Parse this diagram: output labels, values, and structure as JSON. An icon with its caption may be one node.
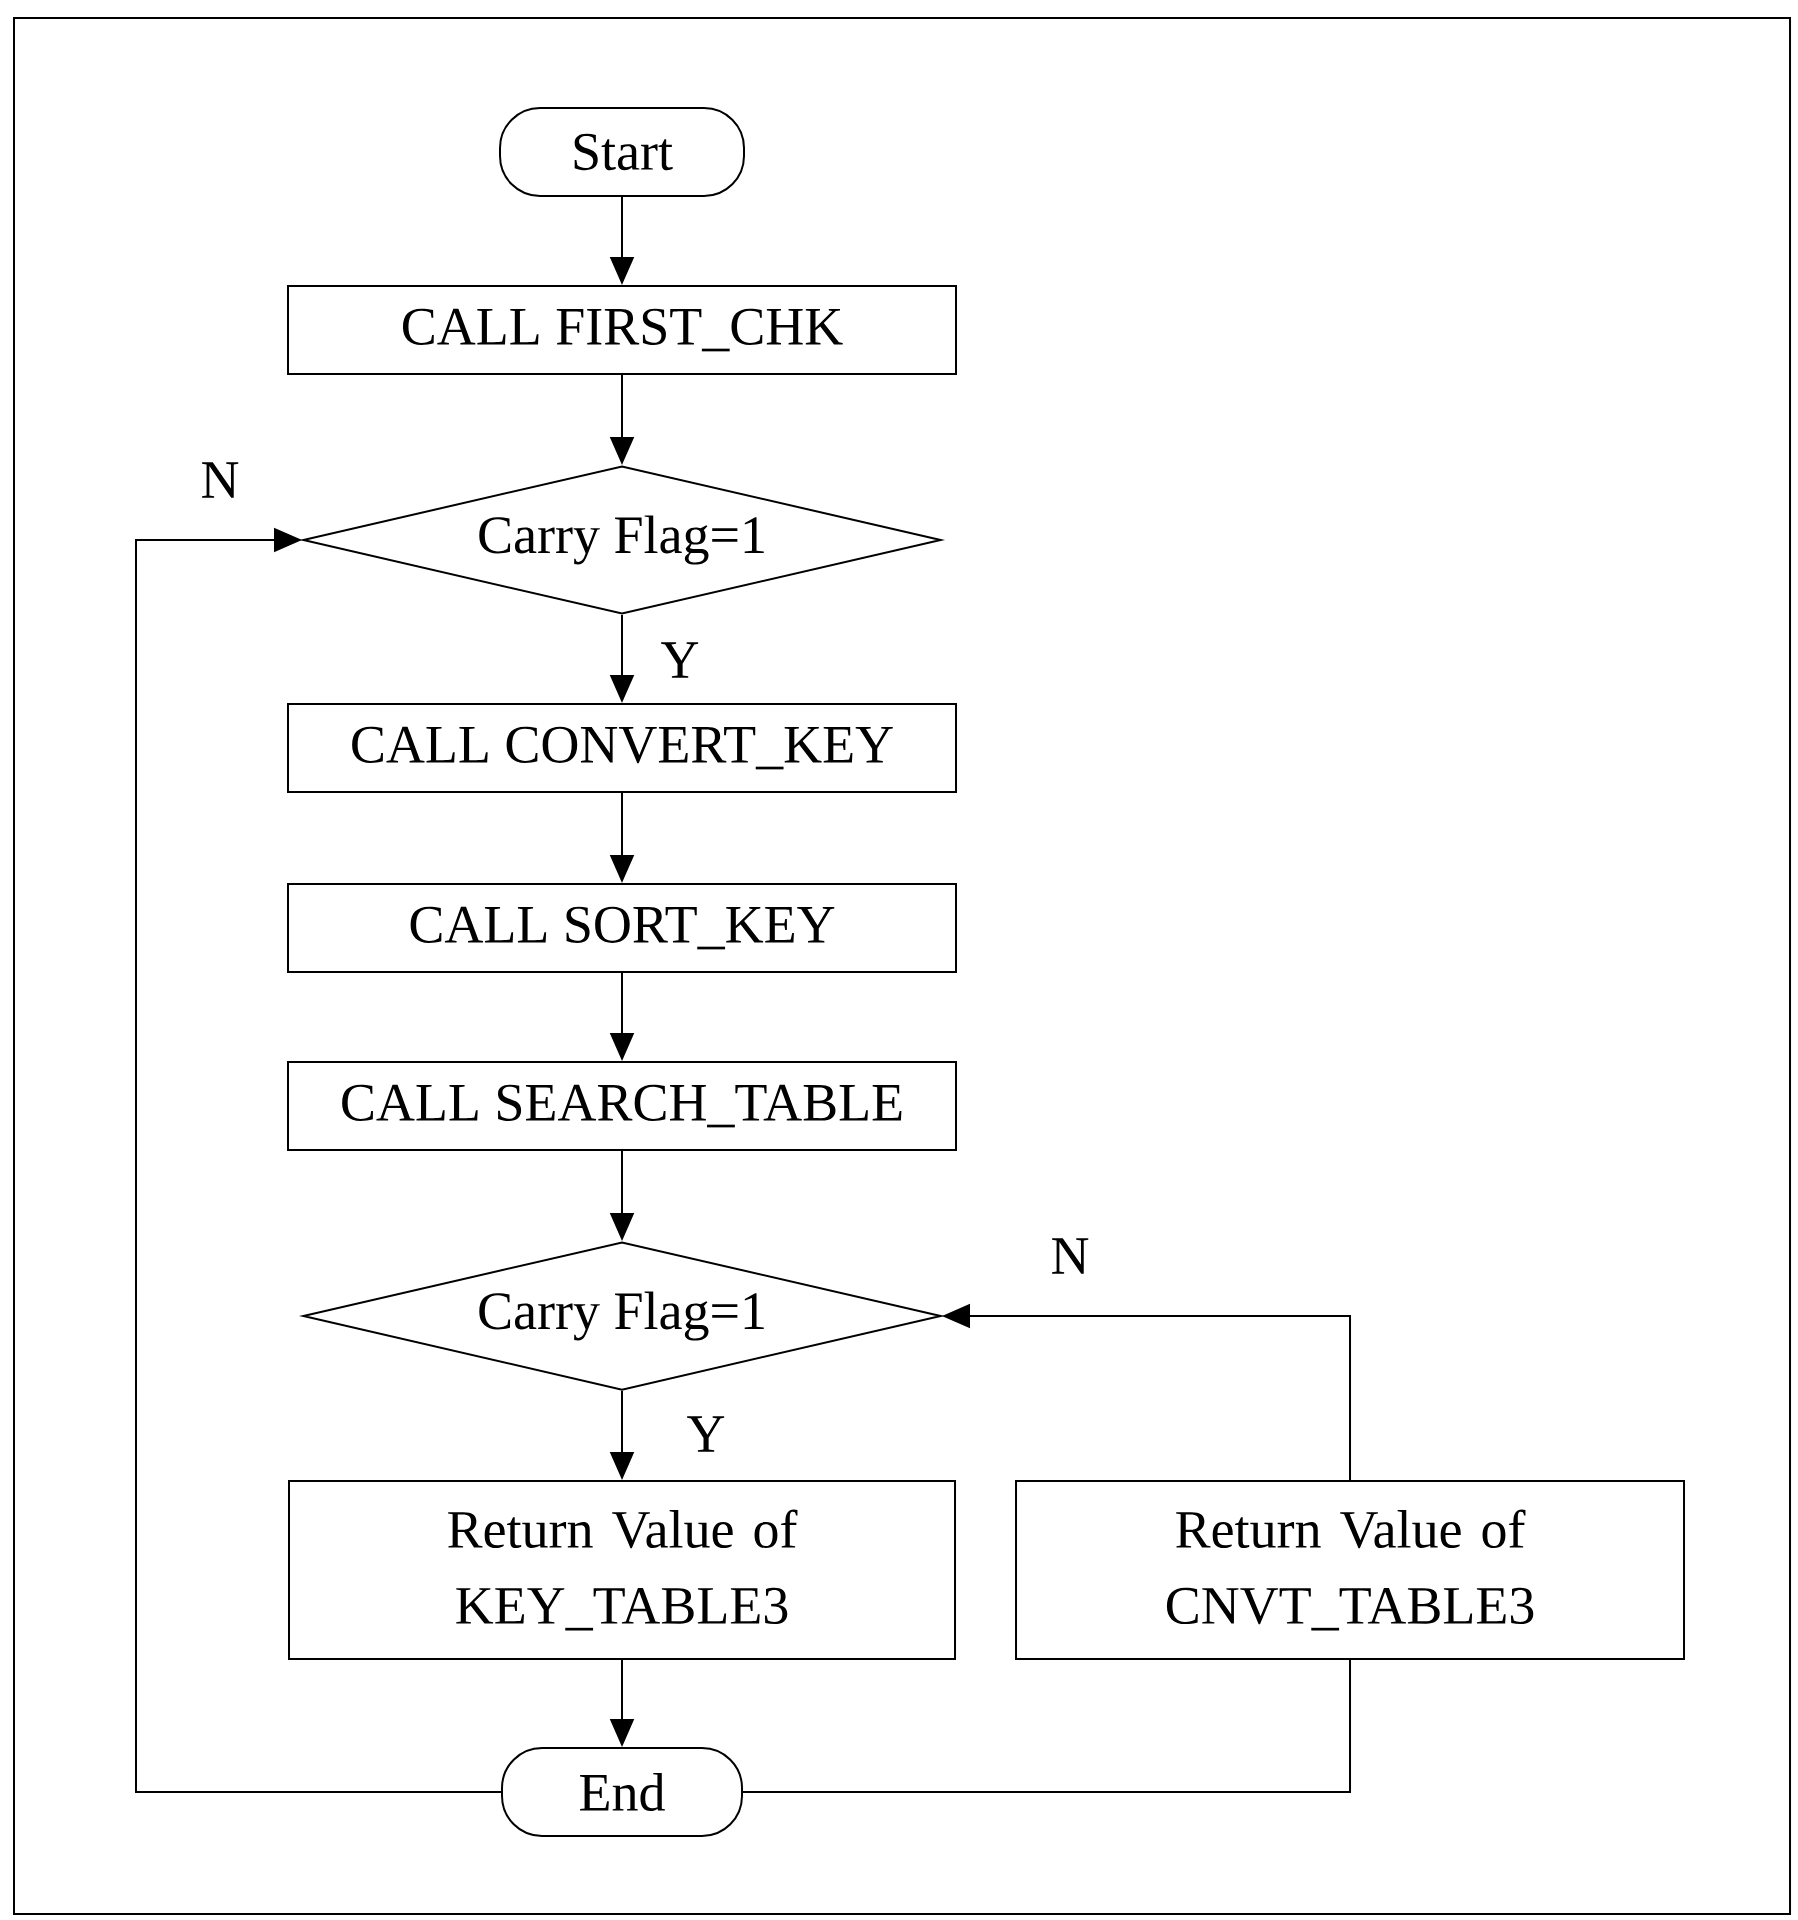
{
  "diagram": {
    "nodes": [
      {
        "text": [
          "Start"
        ]
      },
      {
        "text": [
          "CALL FIRST_CHK"
        ]
      },
      {
        "text": [
          "Carry Flag=1"
        ]
      },
      {
        "text": [
          "CALL CONVERT_KEY"
        ]
      },
      {
        "text": [
          "CALL SORT_KEY"
        ]
      },
      {
        "text": [
          "CALL SEARCH_TABLE"
        ]
      },
      {
        "text": [
          "Carry Flag=1"
        ]
      },
      {
        "text": [
          "Return Value of KEY_TABLE3"
        ]
      },
      {
        "text": [
          "Return Value of CNVT_TABLE3"
        ]
      },
      {
        "text": [
          "End"
        ]
      }
    ],
    "edges": [
      {
        "from": 0,
        "to": 1,
        "arrow": "to"
      },
      {
        "from": 1,
        "to": 2,
        "arrow": "to"
      },
      {
        "from": 2,
        "to": 3,
        "arrow": "to",
        "label": "Y"
      },
      {
        "from": 3,
        "to": 4,
        "arrow": "to"
      },
      {
        "from": 4,
        "to": 5,
        "arrow": "to"
      },
      {
        "from": 5,
        "to": 6,
        "arrow": "to"
      },
      {
        "from": 6,
        "to": 7,
        "arrow": "to",
        "label": "Y"
      },
      {
        "from": 7,
        "to": 9,
        "arrow": "to"
      },
      {
        "from": 9,
        "to": 2,
        "arrow": "to",
        "label": "N"
      },
      {
        "from": 8,
        "to": 6,
        "arrow": "to",
        "label": "N"
      },
      {
        "from": 8,
        "to": 9,
        "arrow": "none"
      }
    ]
  }
}
